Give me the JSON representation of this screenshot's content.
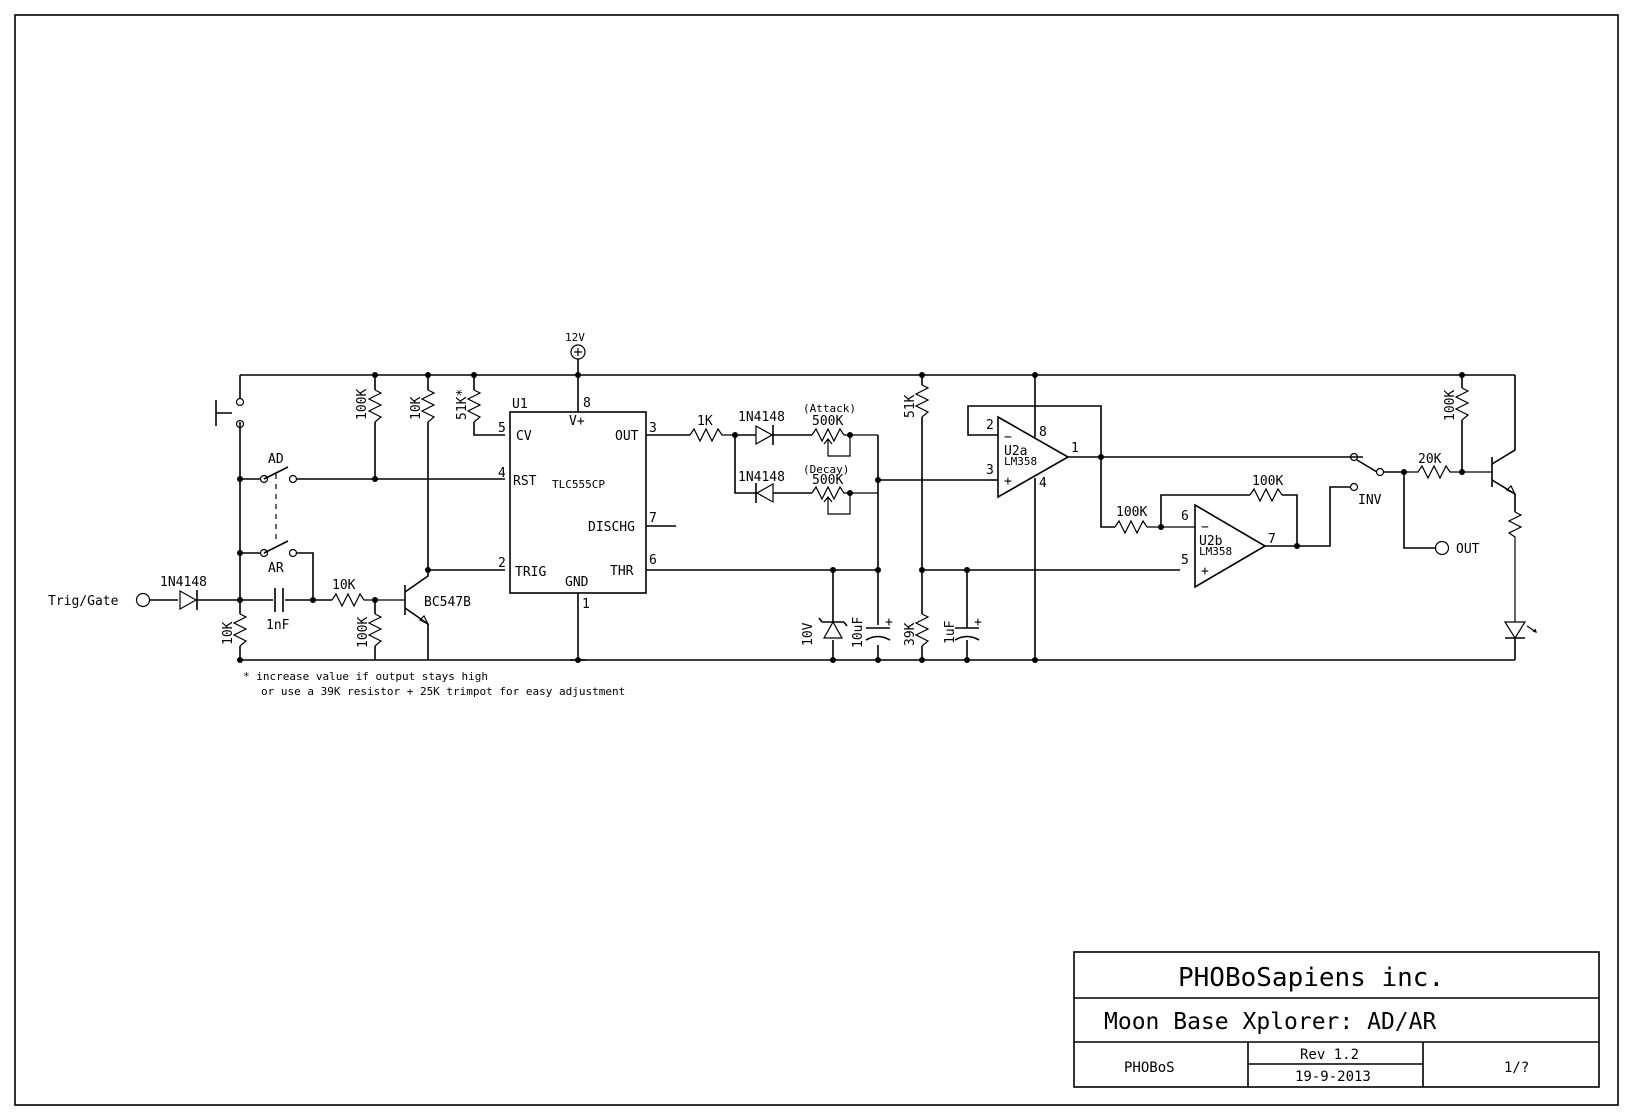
{
  "title_block": {
    "company": "PHOBoSapiens inc.",
    "project": "Moon Base Xplorer: AD/AR",
    "author": "PHOBoS",
    "revision": "Rev 1.2",
    "date": "19-9-2013",
    "sheet": "1/?"
  },
  "labels": {
    "supply": "12V",
    "trig_gate": "Trig/Gate",
    "d_in": "1N4148",
    "r_10k_a": "10K",
    "c_1nf": "1nF",
    "r_10k_b": "10K",
    "r_100k_a": "100K",
    "q1": "BC547B",
    "r_100k_b": "100K",
    "r_10k_c": "10K",
    "r_51k_star": "51K*",
    "sw_ad": "AD",
    "sw_ar": "AR",
    "u1": "U1",
    "u1_part": "TLC555CP",
    "u1_cv": "CV",
    "u1_rst": "RST",
    "u1_trig": "TRIG",
    "u1_gnd": "GND",
    "u1_vplus": "V+",
    "u1_out": "OUT",
    "u1_dischg": "DISCHG",
    "u1_thr": "THR",
    "pin_8": "8",
    "pin_5": "5",
    "pin_4": "4",
    "pin_2": "2",
    "pin_1": "1",
    "pin_3": "3",
    "pin_7": "7",
    "pin_6": "6",
    "r_1k": "1K",
    "d_attack": "1N4148",
    "d_decay": "1N4148",
    "attack": "(Attack)",
    "decay": "(Decay)",
    "pot_attack": "500K",
    "pot_decay": "500K",
    "zener": "10V",
    "c_10uf": "10uF",
    "r_51k": "51K",
    "r_39k": "39K",
    "c_1uf": "1uF",
    "u2a": "U2a",
    "u2a_part": "LM358",
    "u2b": "U2b",
    "u2b_part": "LM358",
    "u2a_p2": "2",
    "u2a_p3": "3",
    "u2a_p8": "8",
    "u2a_p4": "4",
    "u2a_p1": "1",
    "u2b_p6": "6",
    "u2b_p5": "5",
    "u2b_p7": "7",
    "r_100k_c": "100K",
    "r_100k_d": "100K",
    "inv": "INV",
    "r_20k": "20K",
    "r_100k_e": "100K",
    "out": "OUT",
    "minus": "−",
    "plus": "+",
    "cap_plus": "+",
    "note_1": "* increase value if output stays high",
    "note_2": "or use a 39K resistor + 25K trimpot for easy adjustment"
  }
}
